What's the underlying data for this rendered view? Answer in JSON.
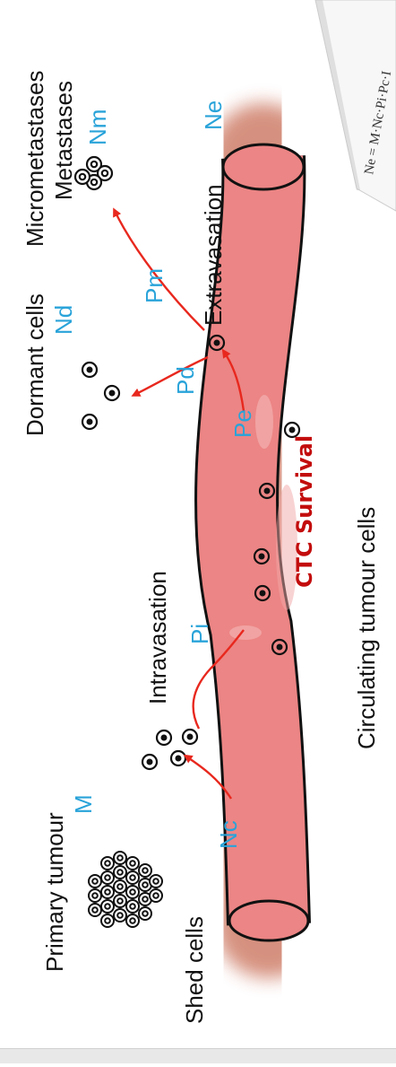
{
  "labels": {
    "primary_tumour": "Primary tumour",
    "m": "M",
    "shed_cells": "Shed cells",
    "nc": "Nc",
    "intravasation": "Intravasation",
    "pi": "Pi",
    "dormant_cells": "Dormant cells",
    "nd": "Nd",
    "pd": "Pd",
    "pe": "Pe",
    "extravasation": "Extravasation",
    "ne": "Ne",
    "pm": "Pm",
    "micrometastases": "Micrometastases",
    "metastases": "Metastases",
    "nm": "Nm",
    "ctc": "Circulating tumour cells",
    "ctc_survival": "CTC Survival",
    "formula": "Ne = M·Nc·Pi·Pc·I"
  },
  "colors": {
    "label_blue": "#29a3d9",
    "arrow_red": "#e8281e",
    "vessel_fill": "#ec8585",
    "vessel_glow": "#c0563a",
    "survival_text": "#c30c0c"
  }
}
